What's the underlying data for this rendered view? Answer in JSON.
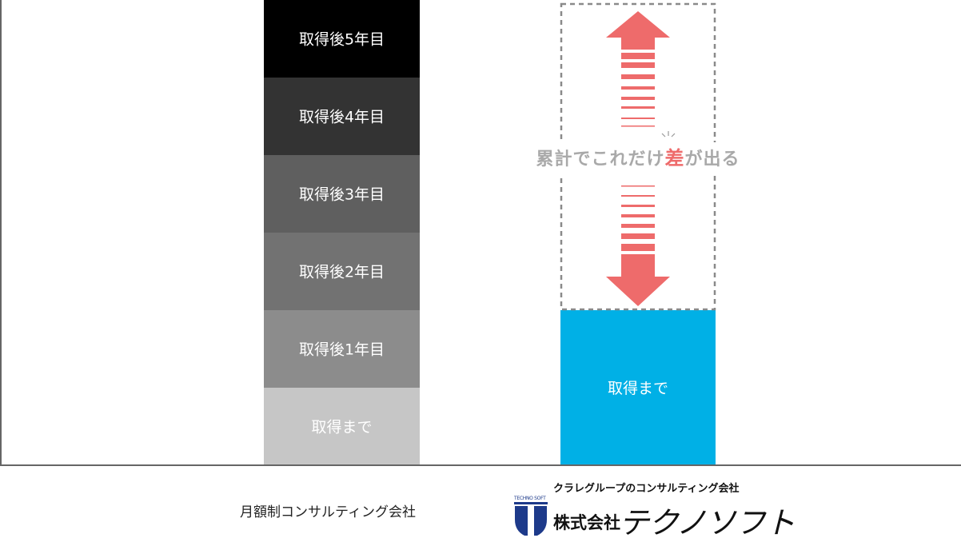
{
  "chart_data": {
    "type": "bar",
    "categories": [
      "月額制コンサルティング会社",
      "株式会社テクノソフト"
    ],
    "series": [
      {
        "name": "月額制コンサルティング会社",
        "segments": [
          {
            "label": "取得まで",
            "color": "#c6c6c6",
            "units": 1
          },
          {
            "label": "取得後1年目",
            "color": "#8c8c8c",
            "units": 1
          },
          {
            "label": "取得後2年目",
            "color": "#727272",
            "units": 1
          },
          {
            "label": "取得後3年目",
            "color": "#5f5f5f",
            "units": 1
          },
          {
            "label": "取得後4年目",
            "color": "#333333",
            "units": 1
          },
          {
            "label": "取得後5年目",
            "color": "#000000",
            "units": 1
          }
        ]
      },
      {
        "name": "株式会社テクノソフト",
        "segments": [
          {
            "label": "取得まで",
            "color": "#00b0e6",
            "units": 2
          }
        ],
        "gap_outline_total_units": 6
      }
    ],
    "annotation": {
      "text_pre": "累計でこれだけ",
      "text_accent": "差",
      "text_post": "が出る",
      "arrow_color": "#ee6b6b"
    },
    "axes_color": "#666666"
  },
  "footer": {
    "left_category": "月額制コンサルティング会社",
    "logo": {
      "tagline": "クラレグループのコンサルティング会社",
      "mark_text": "TECHNO SOFT",
      "kabushiki": "株式会社",
      "name": "テクノソフト",
      "mark_color": "#1d3a8a"
    }
  }
}
